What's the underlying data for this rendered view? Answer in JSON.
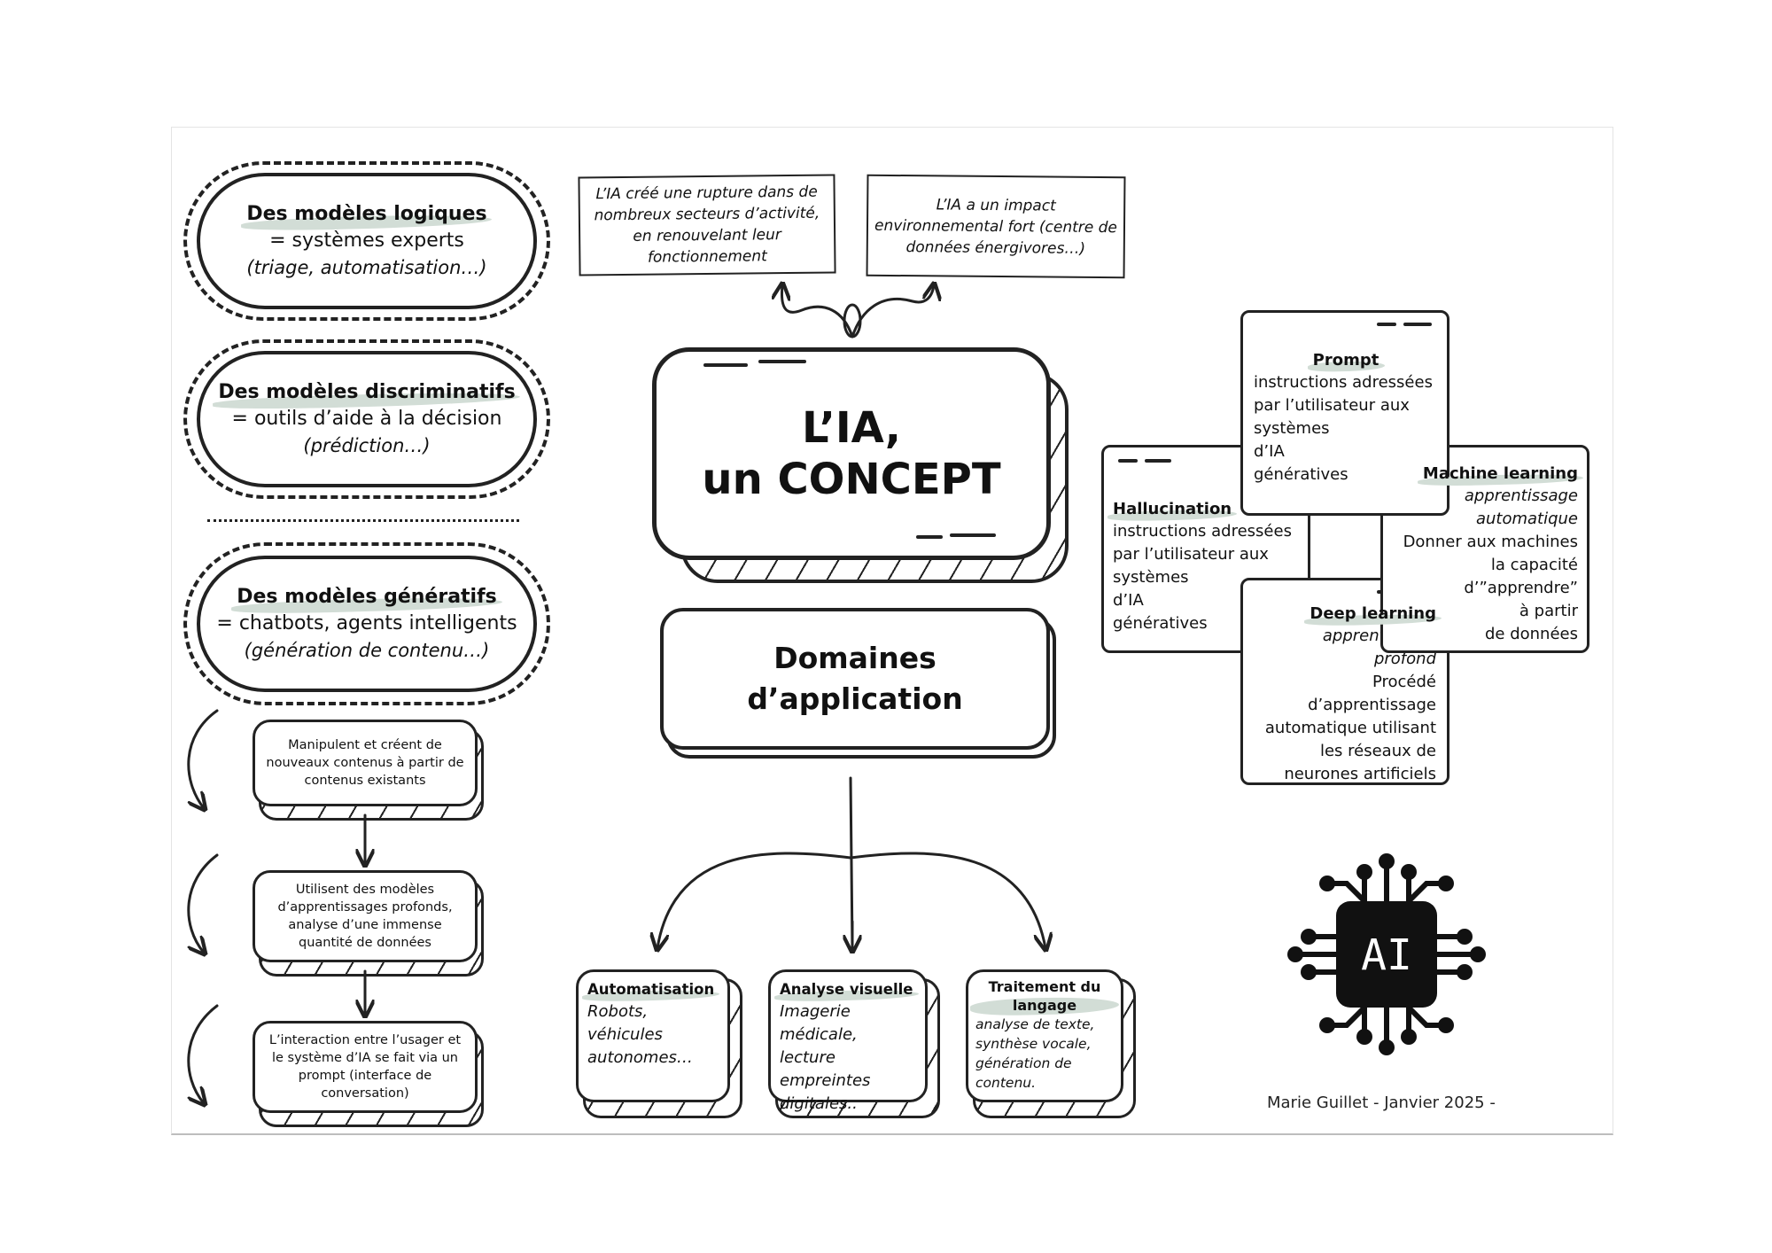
{
  "left_models": [
    {
      "title": "Des modèles logiques",
      "subtitle": "= systèmes experts",
      "example": "(triage, automatisation…)"
    },
    {
      "title": "Des modèles discriminatifs",
      "subtitle": "= outils d’aide à la décision",
      "example": "(prédiction…)"
    },
    {
      "title": "Des modèles génératifs",
      "subtitle": "= chatbots, agents intelligents",
      "example": "(génération de contenu…)"
    }
  ],
  "generative_steps": [
    "Manipulent et créent de nouveaux contenus à partir de contenus existants",
    "Utilisent des modèles d’apprentissages profonds, analyse d’une immense quantité de données",
    "L’interaction entre l’usager et le système d’IA se fait via un prompt (interface de conversation)"
  ],
  "notes": {
    "left": "L’IA créé une rupture dans de nombreux secteurs d’activité, en renouvelant leur fonctionnement",
    "right": "L’IA a un impact environnemental fort (centre de données énergivores…)"
  },
  "center": {
    "title_line1": "L’IA,",
    "title_line2": "un CONCEPT",
    "domains_line1": "Domaines",
    "domains_line2": "d’application"
  },
  "domains": [
    {
      "title": "Automatisation",
      "text": "Robots, véhicules autonomes…"
    },
    {
      "title": "Analyse visuelle",
      "text": "Imagerie médicale, lecture empreintes digitales.."
    },
    {
      "title": "Traitement du langage",
      "text": "analyse de texte, synthèse vocale, génération de contenu."
    }
  ],
  "concepts": {
    "prompt": {
      "title": "Prompt",
      "lines": [
        "instructions adressées",
        "par l’utilisateur aux",
        "systèmes",
        "d’IA",
        "génératives"
      ]
    },
    "hallucination": {
      "title": "Hallucination",
      "lines": [
        "instructions adressées",
        "par l’utilisateur aux",
        "systèmes",
        "d’IA",
        "génératives"
      ]
    },
    "machine_learning": {
      "title": "Machine learning",
      "italic": [
        "apprentissage",
        "automatique"
      ],
      "lines": [
        "Donner aux machines",
        "la capacité",
        "d’”apprendre”",
        "à partir",
        "de données"
      ]
    },
    "deep_learning": {
      "title": "Deep learning",
      "italic": [
        "apprentissage",
        "profond"
      ],
      "lines": [
        "Procédé",
        "d’apprentissage",
        "automatique utilisant",
        "les réseaux de",
        "neurones artificiels"
      ]
    }
  },
  "ai_chip": {
    "label": "AI",
    "icon": "ai-chip-icon"
  },
  "signature": "Marie Guillet - Janvier 2025 -",
  "colors": {
    "ink": "#222222",
    "highlight": "#d2ddd6"
  }
}
